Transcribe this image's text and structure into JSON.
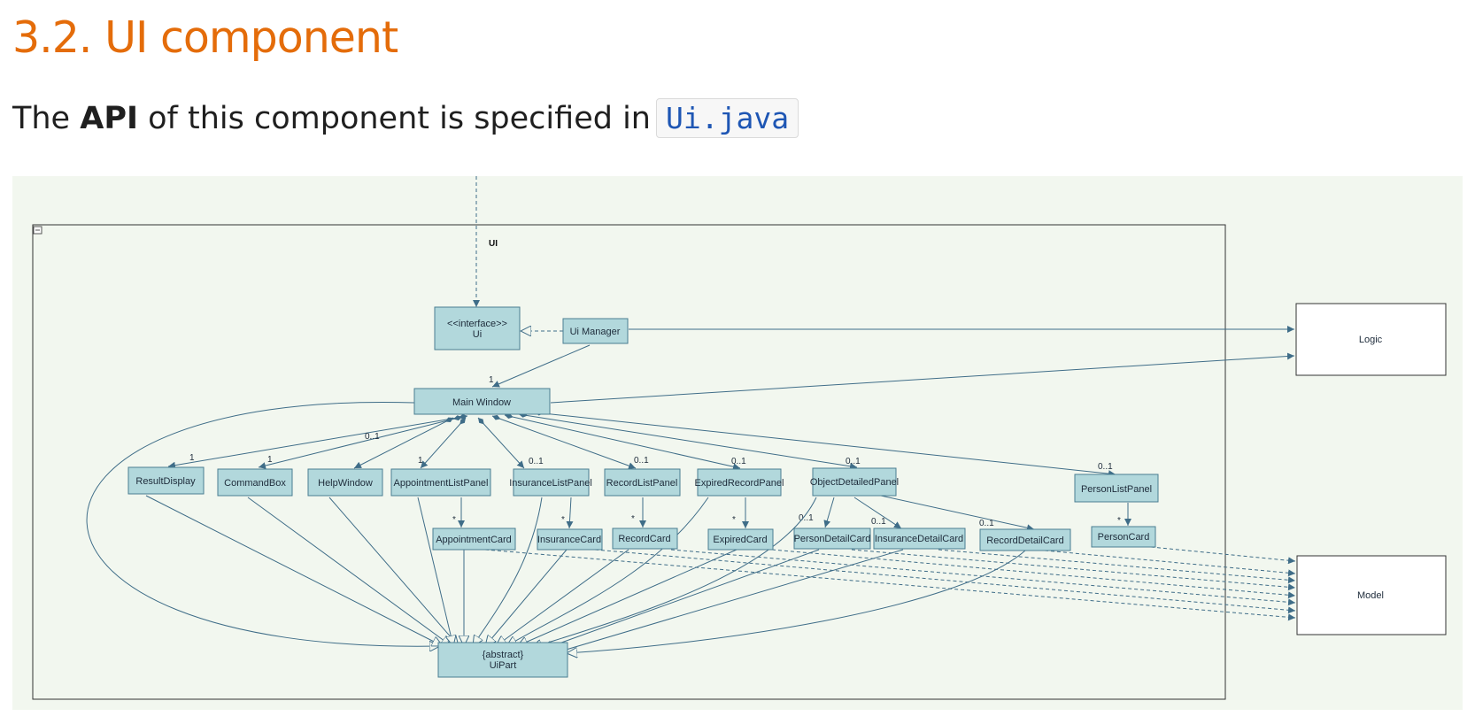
{
  "heading": "3.2. UI component",
  "intro": {
    "prefix": "The ",
    "bold": "API",
    "middle": " of this component is specified in",
    "code": "Ui.java"
  },
  "diagram": {
    "package_label": "UI",
    "classes": {
      "ui_interface": {
        "stereotype": "<<interface>>",
        "name": "Ui"
      },
      "ui_manager": "Ui Manager",
      "main_window": "Main Window",
      "result_display": "ResultDisplay",
      "command_box": "CommandBox",
      "help_window": "HelpWindow",
      "appointment_list_panel": "AppointmentListPanel",
      "insurance_list_panel": "InsuranceListPanel",
      "record_list_panel": "RecordListPanel",
      "expired_record_panel": "ExpiredRecordPanel",
      "object_detailed_panel": "ObjectDetailedPanel",
      "person_list_panel": "PersonListPanel",
      "appointment_card": "AppointmentCard",
      "insurance_card": "InsuranceCard",
      "record_card": "RecordCard",
      "expired_card": "ExpiredCard",
      "person_detail_card": "PersonDetailCard",
      "insurance_detail_card": "InsuranceDetailCard",
      "record_detail_card": "RecordDetailCard",
      "person_card": "PersonCard",
      "ui_part": {
        "stereotype": "{abstract}",
        "name": "UiPart"
      }
    },
    "external": {
      "logic": "Logic",
      "model": "Model"
    },
    "multiplicities": {
      "one": "1",
      "zero_one": "0..1",
      "many": "*"
    }
  }
}
